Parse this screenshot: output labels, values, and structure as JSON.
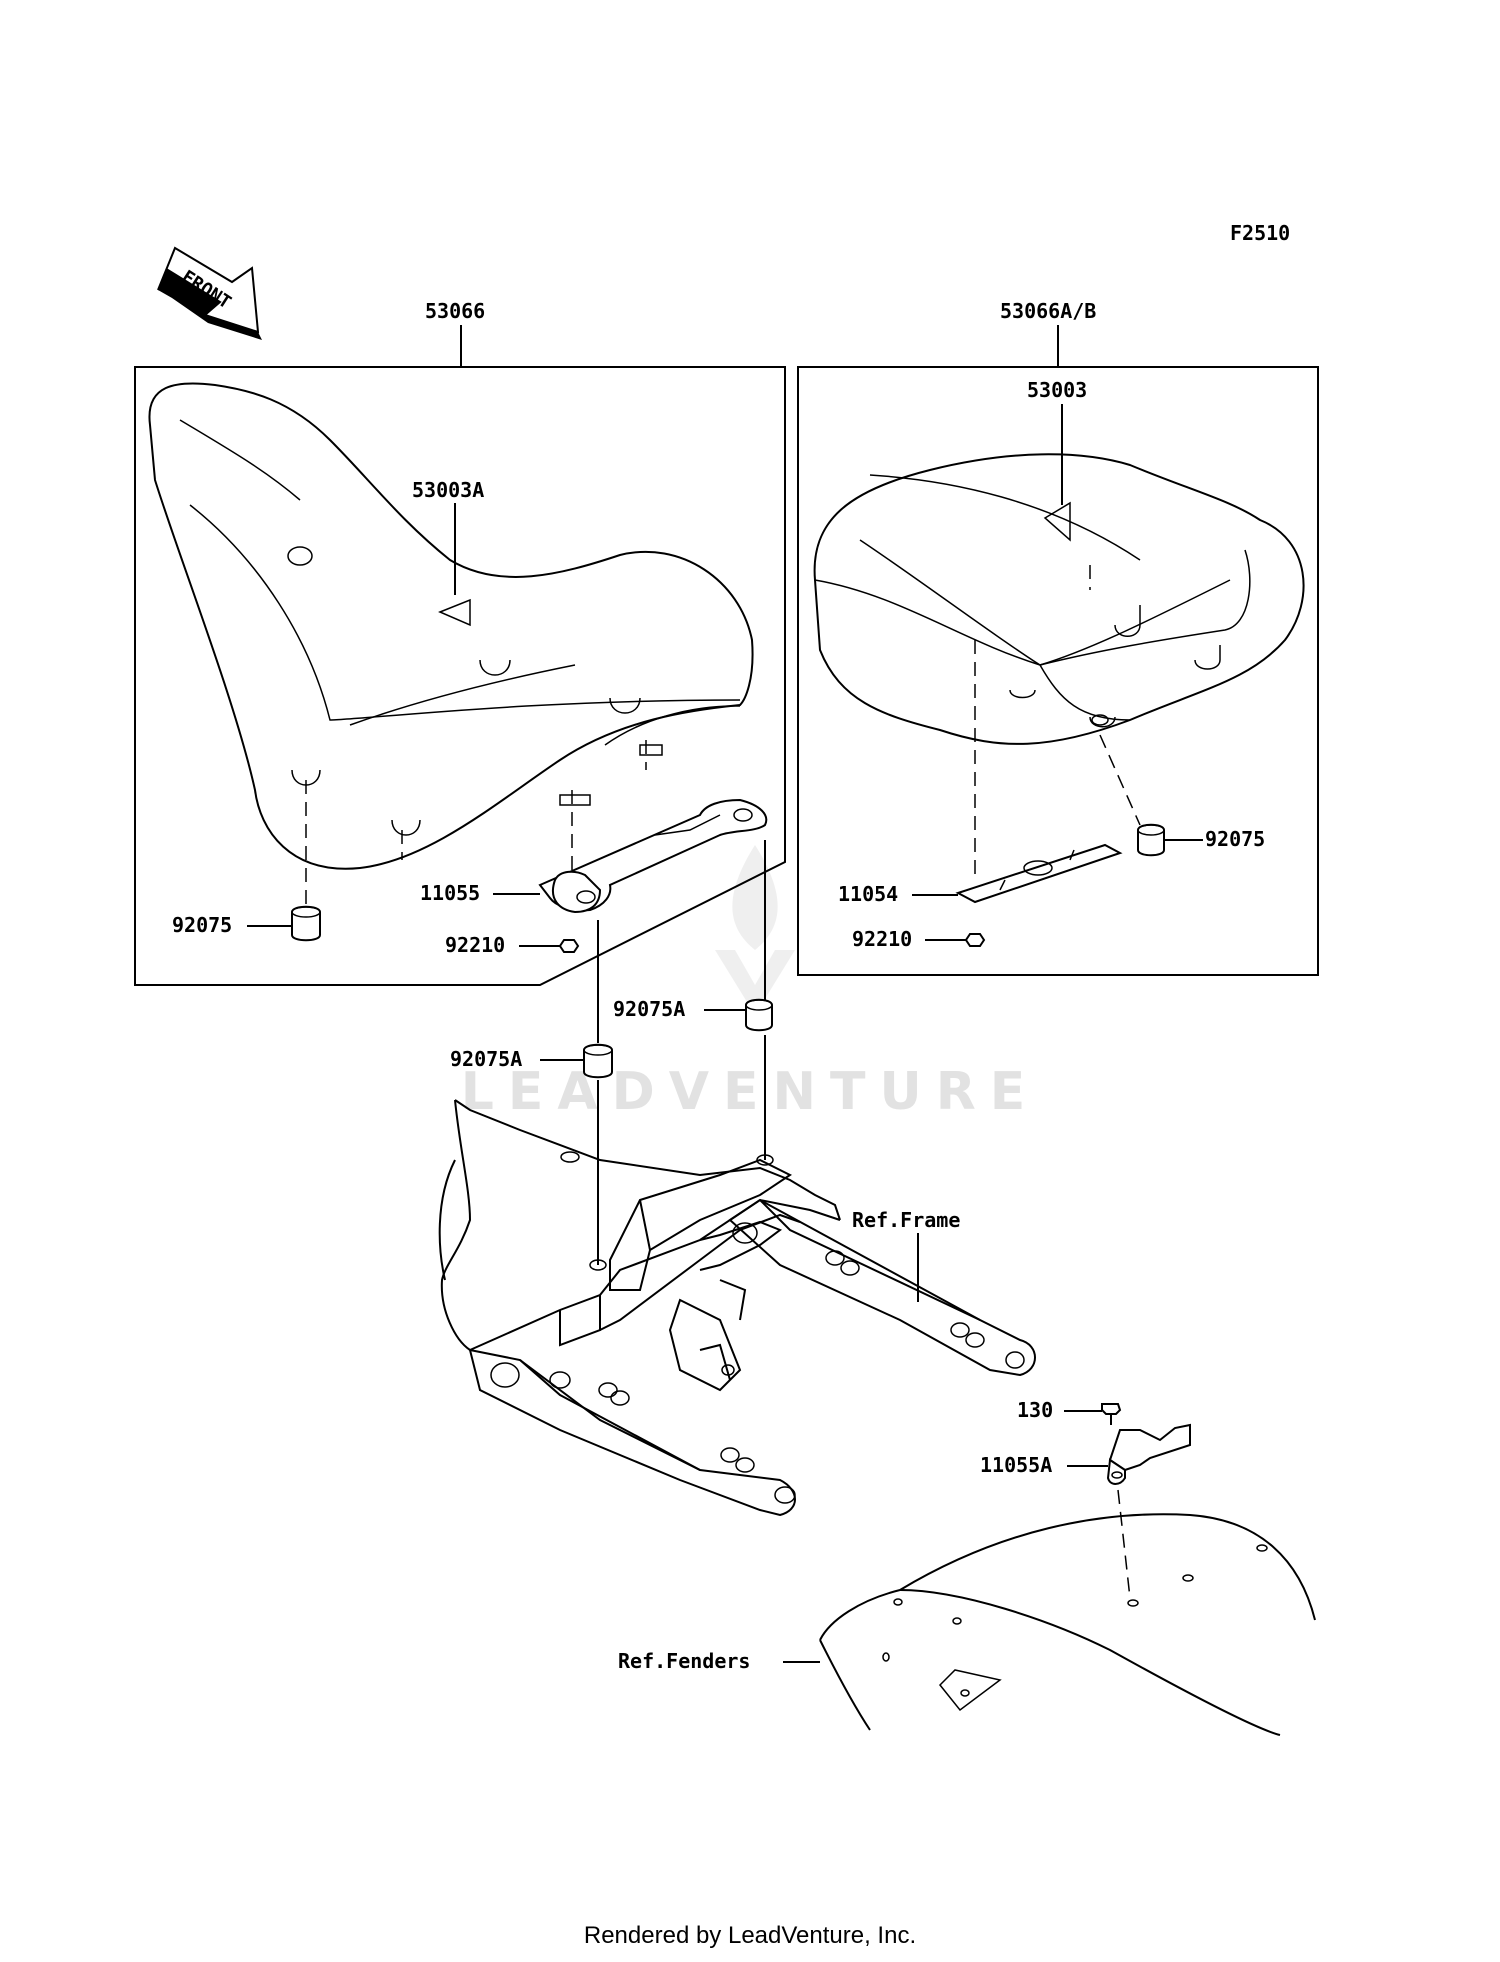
{
  "figure_code": "F2510",
  "front_arrow_label": "FRONT",
  "watermark": "LEADVENTURE",
  "footer": "Rendered by LeadVenture, Inc.",
  "labels": {
    "p53066": "53066",
    "p53066ab": "53066A/B",
    "p53003a": "53003A",
    "p53003": "53003",
    "p11055": "11055",
    "p92210_left": "92210",
    "p92075_left": "92075",
    "p92075_right": "92075",
    "p11054": "11054",
    "p92210_right": "92210",
    "p92075a_right": "92075A",
    "p92075a_left": "92075A",
    "ref_frame": "Ref.Frame",
    "p130": "130",
    "p11055a": "11055A",
    "ref_fenders": "Ref.Fenders"
  }
}
